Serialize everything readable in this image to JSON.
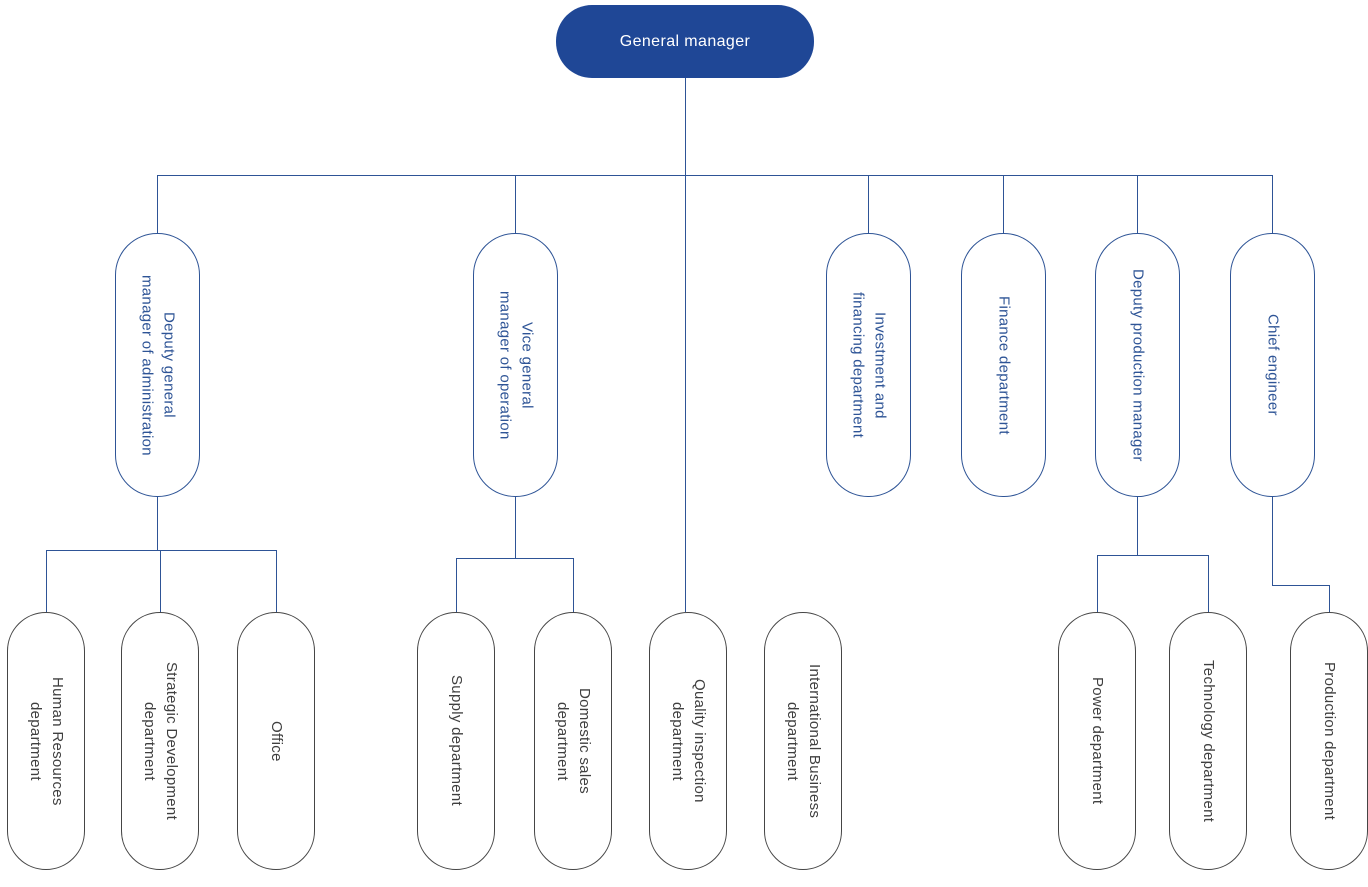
{
  "org": {
    "root": {
      "label": "General manager"
    },
    "managers": [
      {
        "label": "Deputy general\nmanager of administration"
      },
      {
        "label": "Vice general\nmanager of operation"
      },
      {
        "label": "Investment and\nfinancing department"
      },
      {
        "label": "Finance department"
      },
      {
        "label": "Deputy production manager"
      },
      {
        "label": "Chief engineer"
      }
    ],
    "departments": [
      {
        "label": "Human Resources\ndepartment",
        "parent": "Deputy general manager of administration"
      },
      {
        "label": "Strategic Development\ndepartment",
        "parent": "Deputy general manager of administration"
      },
      {
        "label": "Office",
        "parent": "Deputy general manager of administration"
      },
      {
        "label": "Supply department",
        "parent": "Vice general manager of operation"
      },
      {
        "label": "Domestic sales\ndepartment",
        "parent": "Vice general manager of operation"
      },
      {
        "label": "Quality inspection\ndepartment",
        "parent": "General manager"
      },
      {
        "label": "International Business\ndepartment",
        "parent": ""
      },
      {
        "label": "Power department",
        "parent": "Deputy production manager"
      },
      {
        "label": "Technology department",
        "parent": "Deputy production manager"
      },
      {
        "label": "Production department",
        "parent": "Chief engineer"
      }
    ]
  },
  "colors": {
    "root_fill": "#1f4796",
    "root_text": "#ffffff",
    "manager_border": "#2e5496",
    "manager_text": "#2e5496",
    "department_border": "#454545",
    "department_text": "#3f3f3f",
    "line": "#2e5496",
    "background": "#ffffff"
  }
}
